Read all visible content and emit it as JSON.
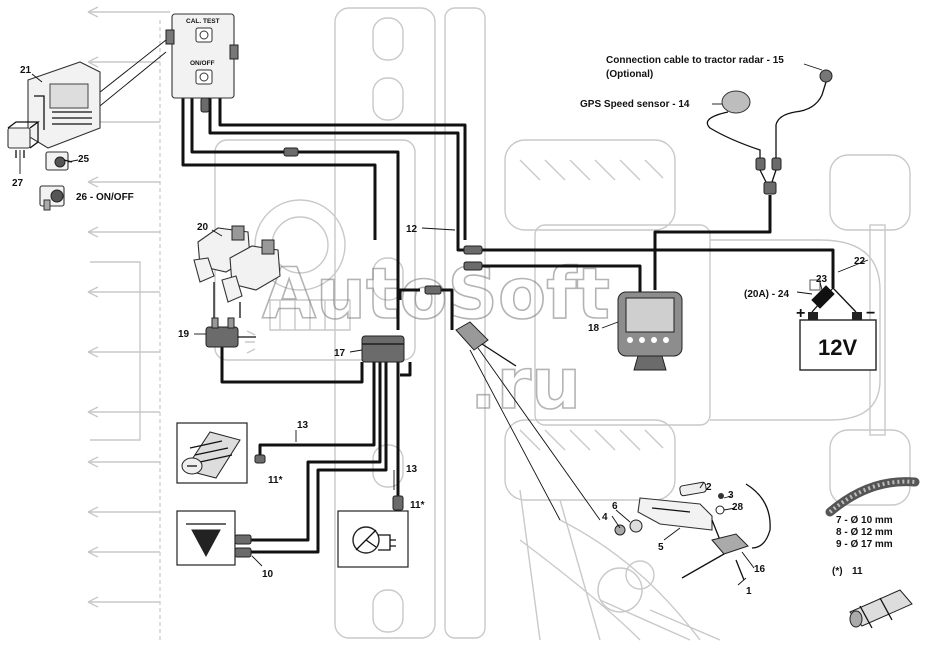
{
  "control_box": {
    "cal_test_label": "CAL. TEST",
    "on_off_label": "ON/OFF"
  },
  "labels": {
    "connection_cable": "Connection cable to tractor radar - 15",
    "optional": "(Optional)",
    "gps_sensor": "GPS Speed sensor - 14",
    "fuse": "(20A) - 24",
    "on_off": "26 - ON/OFF",
    "hose_7": "7 - Ø 10 mm",
    "hose_8": "8 - Ø 12 mm",
    "hose_9": "9 - Ø 17 mm",
    "note_star": "(*)"
  },
  "callouts": {
    "n1": "1",
    "n2": "2",
    "n3": "3",
    "n4": "4",
    "n5": "5",
    "n6": "6",
    "n10": "10",
    "n11": "11",
    "n11a": "11*",
    "n11b": "11*",
    "n12": "12",
    "n13a": "13",
    "n13b": "13",
    "n16": "16",
    "n17": "17",
    "n18": "18",
    "n19": "19",
    "n20": "20",
    "n21": "21",
    "n22": "22",
    "n23": "23",
    "n25": "25",
    "n27": "27",
    "n28": "28"
  },
  "battery": {
    "voltage": "12V",
    "plus": "+",
    "minus": "−"
  },
  "watermark": "AutoSoft.ru",
  "icons": [
    "control-box-icon",
    "ecu-icon",
    "relay-icon",
    "switch-icon",
    "valve-block-icon",
    "junction-box-icon",
    "gps-antenna-icon",
    "display-monitor-icon",
    "battery-icon",
    "fuse-icon",
    "pto-sensor-icon",
    "hopper-icon",
    "fan-sensor-icon",
    "speed-sensor-icon",
    "hose-icon",
    "proximity-sensor-icon",
    "bracket-icon"
  ]
}
